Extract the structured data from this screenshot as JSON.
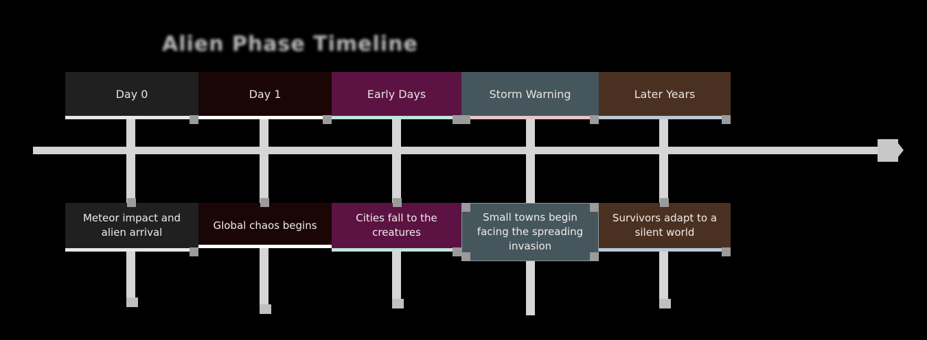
{
  "title": "Alien Phase Timeline",
  "axis": {
    "label": "timeline-axis",
    "arrow_direction": "right"
  },
  "colors": {
    "background": "#000000",
    "axis": "#d3d3d3",
    "connector": "#d6d6d6",
    "title_text": "#c9c9c9"
  },
  "chart_data": {
    "type": "timeline",
    "title": "Alien Phase Timeline",
    "orientation": "horizontal",
    "axis_direction": "left-to-right",
    "periods": [
      {
        "label": "Day 0",
        "event": "Meteor impact and alien arrival",
        "color": "#202020",
        "underline_color": "#e8e8e8",
        "text_color": "#e0dcd9"
      },
      {
        "label": "Day 1",
        "event": "Global chaos begins",
        "color": "#1a0606",
        "underline_color": "#ffffff",
        "text_color": "#e6ddd9"
      },
      {
        "label": "Early Days",
        "event": "Cities fall to the creatures",
        "color": "#5c1243",
        "underline_color": "#bfe5da",
        "text_color": "#f2e6ee"
      },
      {
        "label": "Storm Warning",
        "event": "Small towns begin facing the spreading invasion",
        "color": "#45565c",
        "underline_color": "#e8c4c4",
        "text_color": "#eef4f5"
      },
      {
        "label": "Later Years",
        "event": "Survivors adapt to a silent world",
        "color": "#4a3020",
        "underline_color": "#b9c8d6",
        "text_color": "#f3e9e0"
      }
    ]
  }
}
